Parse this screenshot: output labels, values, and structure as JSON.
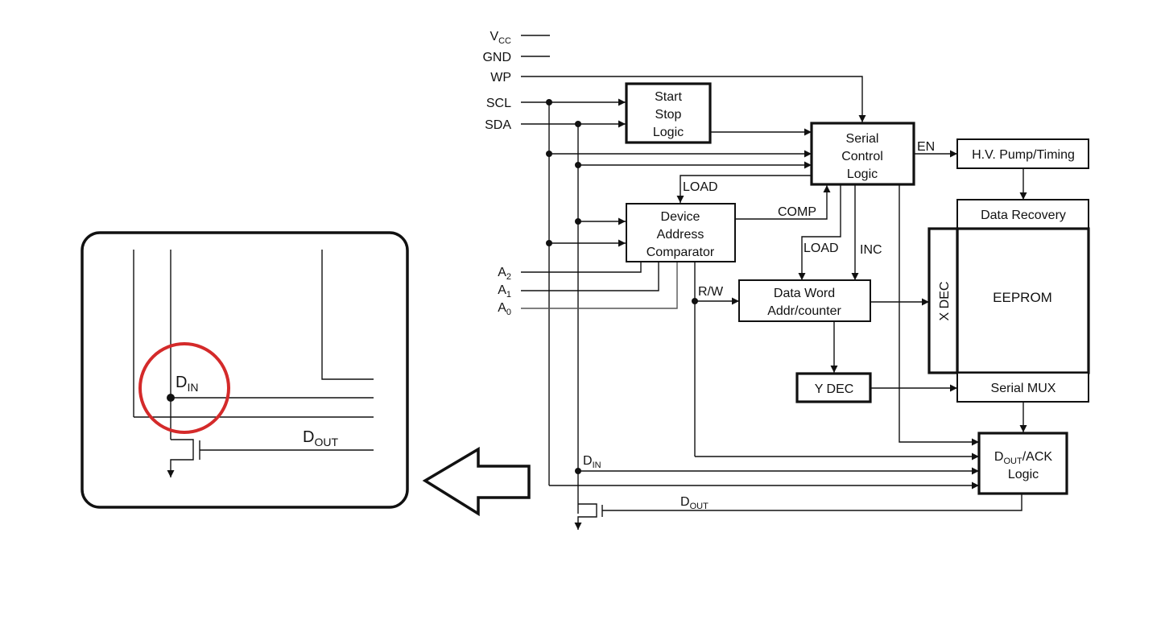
{
  "diagram": {
    "title": "Serial EEPROM functional block diagram",
    "pins": {
      "vcc": {
        "main": "V",
        "sub": "CC"
      },
      "gnd": "GND",
      "wp": "WP",
      "scl": "SCL",
      "sda": "SDA",
      "a2": {
        "main": "A",
        "sub": "2"
      },
      "a1": {
        "main": "A",
        "sub": "1"
      },
      "a0": {
        "main": "A",
        "sub": "0"
      }
    },
    "blocks": {
      "start_stop": [
        "Start",
        "Stop",
        "Logic"
      ],
      "serial_control": [
        "Serial",
        "Control",
        "Logic"
      ],
      "hv_pump": "H.V. Pump/Timing",
      "data_recovery": "Data Recovery",
      "device_address": [
        "Device",
        "Address",
        "Comparator"
      ],
      "data_word": [
        "Data Word",
        "Addr/counter"
      ],
      "x_dec": "X DEC",
      "eeprom": "EEPROM",
      "y_dec": "Y DEC",
      "serial_mux": "Serial MUX",
      "dout_ack": {
        "line1_main": "D",
        "line1_sub": "OUT",
        "line1_rest": "/ACK",
        "line2": "Logic"
      }
    },
    "signals": {
      "en": "EN",
      "load_top": "LOAD",
      "comp": "COMP",
      "load_mid": "LOAD",
      "inc": "INC",
      "rw": "R/W",
      "din": {
        "main": "D",
        "sub": "IN"
      },
      "dout": {
        "main": "D",
        "sub": "OUT"
      }
    },
    "callout": {
      "din": {
        "main": "D",
        "sub": "IN"
      },
      "dout": {
        "main": "D",
        "sub": "OUT"
      },
      "highlight_color": "#d42a2a"
    }
  }
}
